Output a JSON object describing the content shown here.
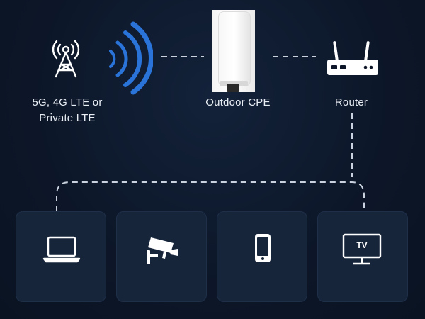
{
  "diagram": {
    "nodes": {
      "tower": {
        "label_line1": "5G, 4G LTE or",
        "label_line2": "Private LTE",
        "icon": "antenna-tower-icon"
      },
      "signal": {
        "icon": "wireless-signal-icon"
      },
      "cpe": {
        "label": "Outdoor CPE",
        "icon": "outdoor-cpe-device"
      },
      "router": {
        "label": "Router",
        "icon": "router-icon"
      }
    },
    "devices": [
      {
        "icon": "laptop-icon"
      },
      {
        "icon": "security-camera-icon"
      },
      {
        "icon": "smartphone-icon"
      },
      {
        "icon": "tv-icon",
        "text": "TV"
      }
    ],
    "colors": {
      "background": "#0c1628",
      "accent_blue": "#2a73d9",
      "line": "#c9d2de",
      "card": "#17253b"
    }
  }
}
